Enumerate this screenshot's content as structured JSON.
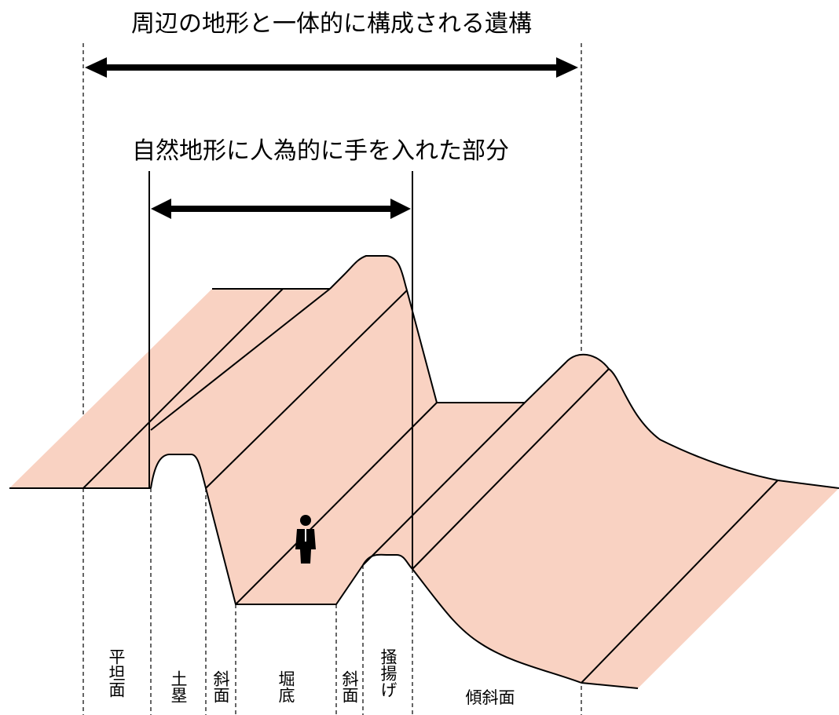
{
  "title_outer": "周辺の地形と一体的に構成される遺構",
  "title_inner": "自然地形に人為的に手を入れた部分",
  "segments": [
    {
      "label": "平坦面"
    },
    {
      "label": "土塁"
    },
    {
      "label": "斜面"
    },
    {
      "label": "堀底"
    },
    {
      "label": "斜面"
    },
    {
      "label": "掻揚げ"
    },
    {
      "label": "傾斜面"
    }
  ],
  "colors": {
    "terrain_fill": "#f9d2c2",
    "line": "#000000",
    "background": "#ffffff"
  },
  "icons": {
    "person": "person-icon"
  }
}
